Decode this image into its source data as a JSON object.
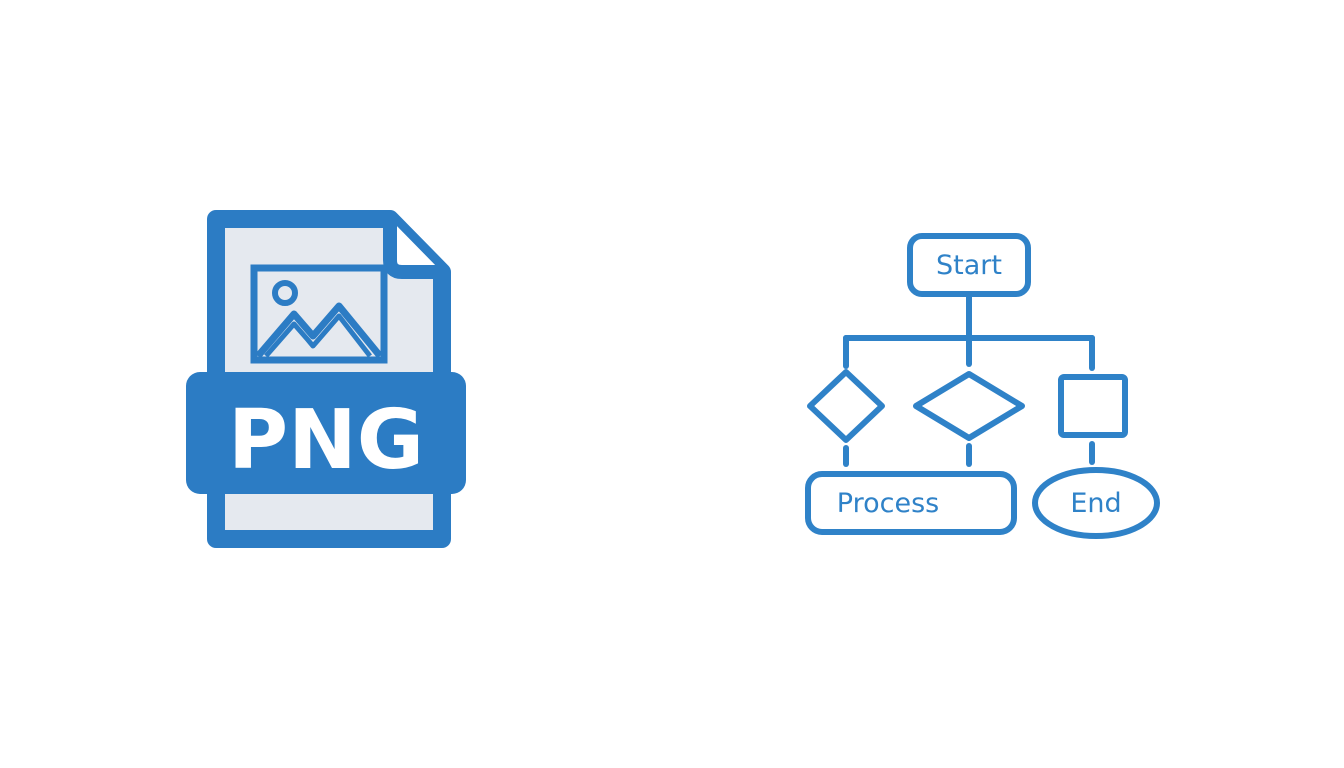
{
  "png_icon": {
    "label": "PNG",
    "icon_name": "png-file-icon",
    "inner_icon_name": "image-icon",
    "colors": {
      "stroke": "#2c7cc4",
      "fill": "#e5e9ef",
      "label_text": "#ffffff"
    }
  },
  "flowchart": {
    "icon_name": "flowchart-icon",
    "nodes": {
      "start": "Start",
      "process": "Process",
      "end": "End"
    },
    "colors": {
      "stroke": "#2f82c8",
      "text": "#2f82c8",
      "background": "#ffffff"
    }
  }
}
